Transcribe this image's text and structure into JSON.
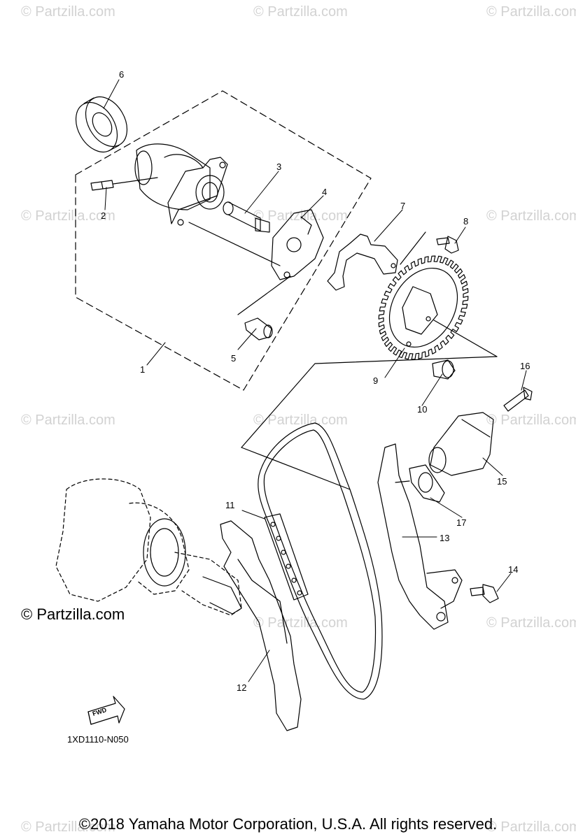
{
  "watermark": {
    "text": "© Partzilla.com",
    "bold_text": "© Partzilla.com"
  },
  "callouts": [
    "1",
    "2",
    "3",
    "4",
    "5",
    "6",
    "7",
    "8",
    "9",
    "10",
    "11",
    "12",
    "13",
    "14",
    "15",
    "16",
    "17"
  ],
  "fwd_label": "FWD",
  "diagram_code": "1XD1110-N050",
  "copyright": "©2018  Yamaha Motor Corporation, U.S.A. All rights reserved."
}
